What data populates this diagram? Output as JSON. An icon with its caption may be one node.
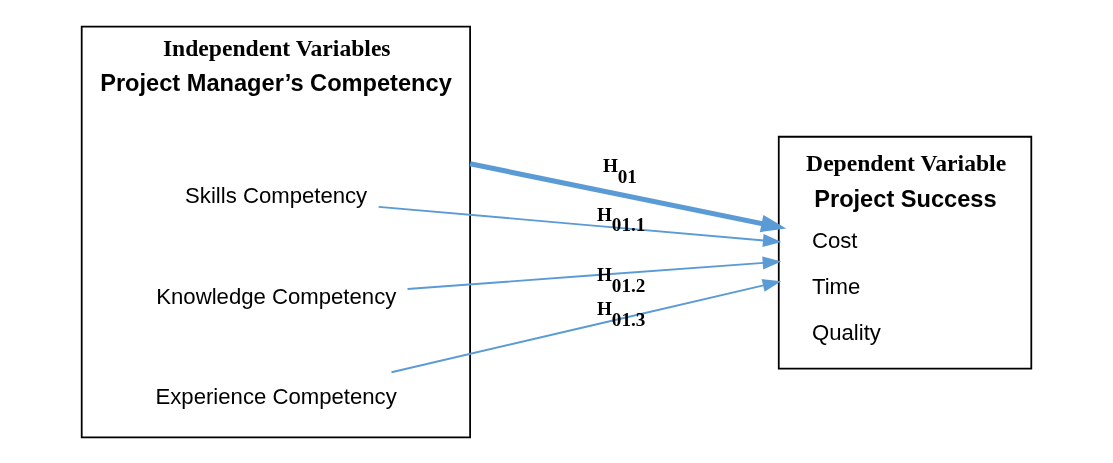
{
  "diagram": {
    "nodes": [
      {
        "text": [
          "Independent Variables",
          "Project Manager’s Competency"
        ]
      },
      {
        "text": [
          "Skills Competency"
        ],
        "in": 0
      },
      {
        "text": [
          "Knowledge Competency"
        ],
        "in": 0
      },
      {
        "text": [
          "Experience Competency"
        ],
        "in": 0
      },
      {
        "text": [
          "Dependent Variable",
          "Project Success",
          "Cost",
          "Time",
          "Quality"
        ]
      }
    ],
    "edges": [
      {
        "from": 0,
        "to": 4,
        "arrow": "to",
        "label": "H$_{01}$",
        "style": "thick"
      },
      {
        "from": 1,
        "to": 4,
        "arrow": "to",
        "label": "H$_{01.1}$"
      },
      {
        "from": 2,
        "to": 4,
        "arrow": "to",
        "label": "H$_{01.2}$"
      },
      {
        "from": 3,
        "to": 4,
        "arrow": "to",
        "label": "H$_{01.3}$"
      }
    ]
  }
}
